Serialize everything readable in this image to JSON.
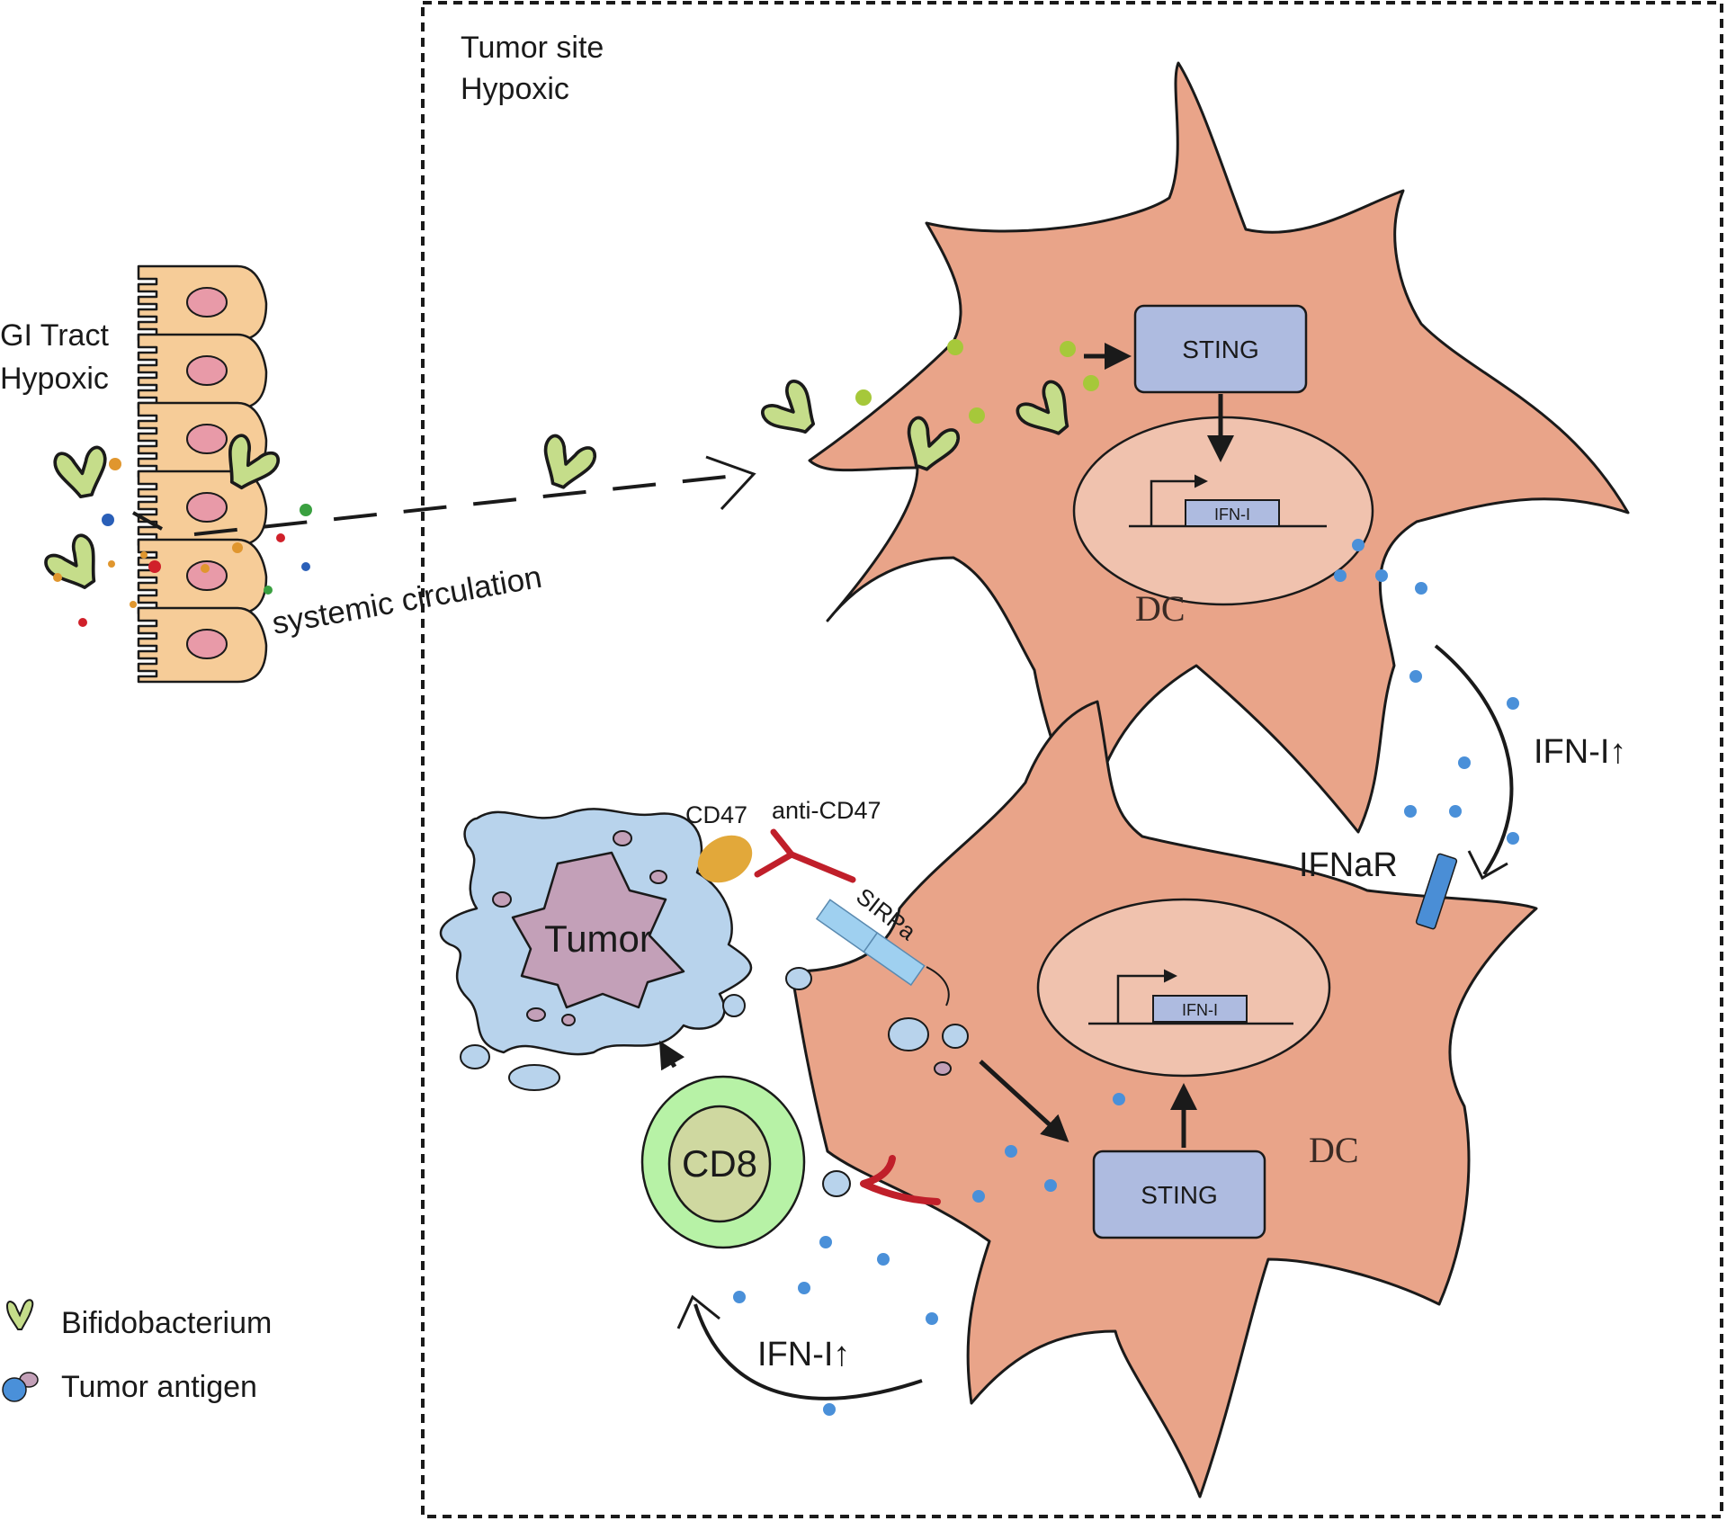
{
  "labels": {
    "gi_tract_line1": "GI Tract",
    "gi_tract_line2": "Hypoxic",
    "tumor_site_line1": "Tumor site",
    "tumor_site_line2": "Hypoxic",
    "systemic_circulation": "systemic circulation",
    "sting_top": "STING",
    "ifn_gene_top": "IFN-I",
    "dc_top": "DC",
    "ifn_up_right": "IFN-I↑",
    "ifnar": "IFNaR",
    "cd47": "CD47",
    "anti_cd47": "anti-CD47",
    "sirpa": "SIRPa",
    "tumor": "Tumor",
    "ifn_gene_bottom": "IFN-I",
    "dc_bottom": "DC",
    "sting_bottom": "STING",
    "cd8": "CD8",
    "ifn_up_bottom": "IFN-I↑"
  },
  "legend": [
    {
      "icon": "bifidobacterium-icon",
      "label": "Bifidobacterium"
    },
    {
      "icon": "tumor-antigen-icon",
      "label": "Tumor antigen"
    }
  ],
  "colors": {
    "dc_cell": "#e9a489",
    "nucleus": "#f0c2ae",
    "sting_box": "#aebbe0",
    "bacterium": "#c5dd8a",
    "ifn_dot": "#4a90d9",
    "tumor_outer": "#b8d3ec",
    "tumor_inner": "#c3a0b8",
    "cd8_outer": "#b7f2a6",
    "cd8_inner": "#cfd8a0",
    "cd47": "#e2a83a",
    "anti_cd47": "#c01f2a",
    "sirpa": "#9fd0f0",
    "ifnar": "#4a8ed6",
    "epithelium": "#f6cc98",
    "epithelium_nucleus": "#e89aa8"
  }
}
